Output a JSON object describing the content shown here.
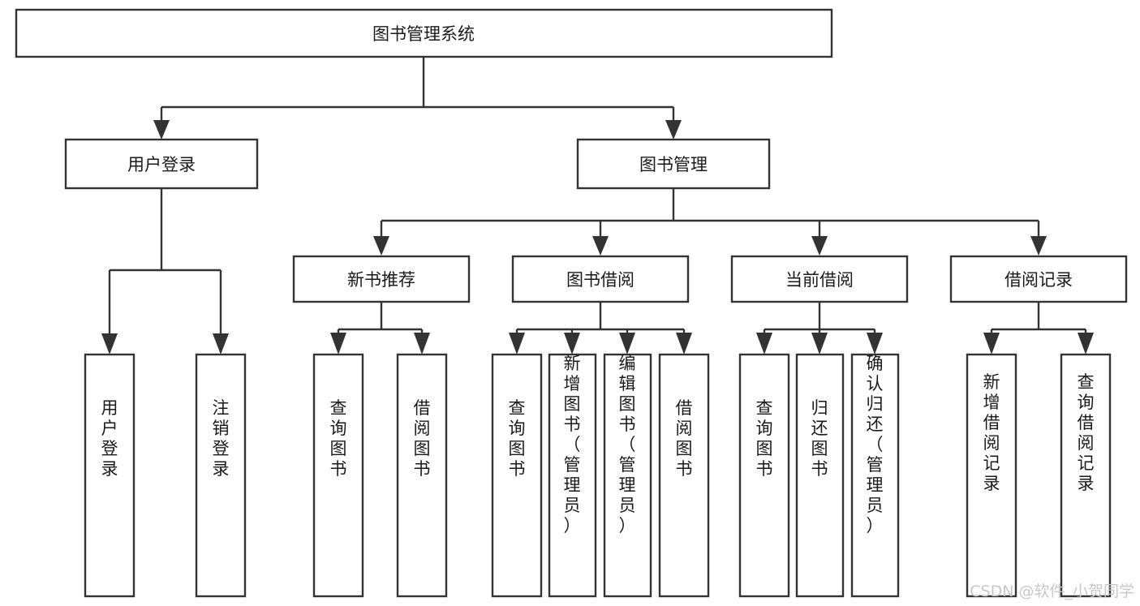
{
  "diagram": {
    "type": "tree",
    "title": "图书管理系统",
    "orientation": "top-down",
    "colors": {
      "box_fill": "#ffffff",
      "box_stroke": "#333333",
      "text": "#1a1a1a",
      "background": "#ffffff",
      "watermark": "#c8c8c8"
    },
    "root": {
      "label": "图书管理系统"
    },
    "level2": [
      {
        "label": "用户登录"
      },
      {
        "label": "图书管理"
      }
    ],
    "level3": [
      {
        "label": "新书推荐"
      },
      {
        "label": "图书借阅"
      },
      {
        "label": "当前借阅"
      },
      {
        "label": "借阅记录"
      }
    ],
    "leaves_user_login": [
      {
        "label": "用户登录"
      },
      {
        "label": "注销登录"
      }
    ],
    "leaves_new_book": [
      {
        "label": "查询图书"
      },
      {
        "label": "借阅图书"
      }
    ],
    "leaves_borrow": [
      {
        "label": "查询图书"
      },
      {
        "label": "新增图书（管理员）"
      },
      {
        "label": "编辑图书（管理员）"
      },
      {
        "label": "借阅图书"
      }
    ],
    "leaves_current": [
      {
        "label": "查询图书"
      },
      {
        "label": "归还图书"
      },
      {
        "label": "确认归还（管理员）"
      }
    ],
    "leaves_record": [
      {
        "label": "新增借阅记录"
      },
      {
        "label": "查询借阅记录"
      }
    ]
  },
  "watermark": {
    "text": "CSDN @软件_小贺同学"
  }
}
